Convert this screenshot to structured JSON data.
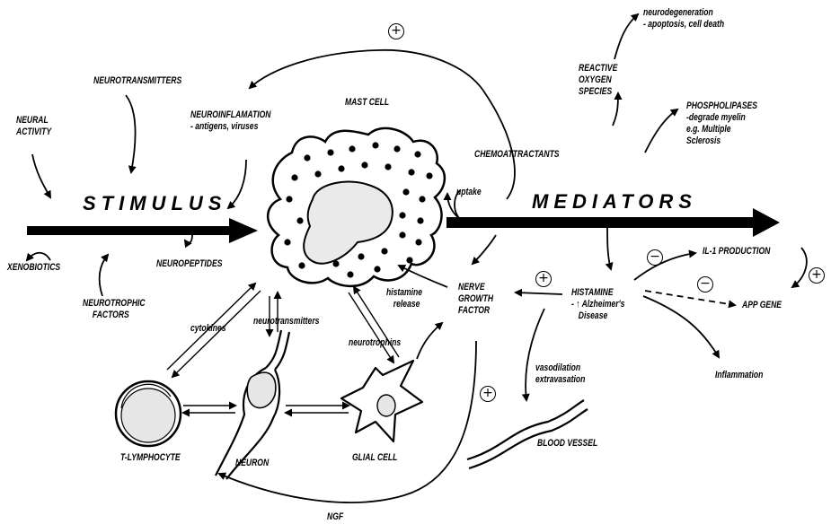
{
  "labels": {
    "neural_activity": [
      "NEURAL",
      "ACTIVITY"
    ],
    "neurotransmitters_top": "NEUROTRANSMITTERS",
    "neuroinflamation": "NEUROINFLAMATION",
    "neuroinflamation_sub": "- antigens, viruses",
    "mast_cell": "MAST CELL",
    "stimulus": "STIMULUS",
    "mediators": "MEDIATORS",
    "chemoattractants": "CHEMOATTRACTANTS",
    "uptake": "uptake",
    "reactive_oxygen_species": [
      "REACTIVE",
      "OXYGEN",
      "SPECIES"
    ],
    "neurodegeneration": "neurodegeneration",
    "neurodegeneration_sub": "- apoptosis, cell  death",
    "phospholipases": "PHOSPHOLIPASES",
    "phospholipases_sub": [
      "-degrade myelin",
      "e.g. Multiple",
      "Sclerosis"
    ],
    "xenobiotics": "XENOBIOTICS",
    "neurotrophic_factors": [
      "NEUROTROPHIC",
      "FACTORS"
    ],
    "neuropeptides": "NEUROPEPTIDES",
    "cytokines": "cytokines",
    "neurotransmitters_mid": "neurotransmitters",
    "neurotrophins": "neurotrophins",
    "histamine_release": [
      "histamine",
      "release"
    ],
    "nerve_growth_factor": [
      "NERVE",
      "GROWTH",
      "FACTOR"
    ],
    "histamine": "HISTAMINE",
    "histamine_sub": [
      "- ↑ Alzheimer's",
      "Disease"
    ],
    "il1_production": "IL-1 PRODUCTION",
    "app_gene": "APP GENE",
    "inflammation": "Inflammation",
    "vasodilation": [
      "vasodilation",
      "extravasation"
    ],
    "blood_vessel": "BLOOD VESSEL",
    "t_lymphocyte": "T-LYMPHOCYTE",
    "neuron": "NEURON",
    "glial_cell": "GLIAL CELL",
    "ngf": "NGF"
  },
  "signs": {
    "plus": "+",
    "minus": "−"
  }
}
